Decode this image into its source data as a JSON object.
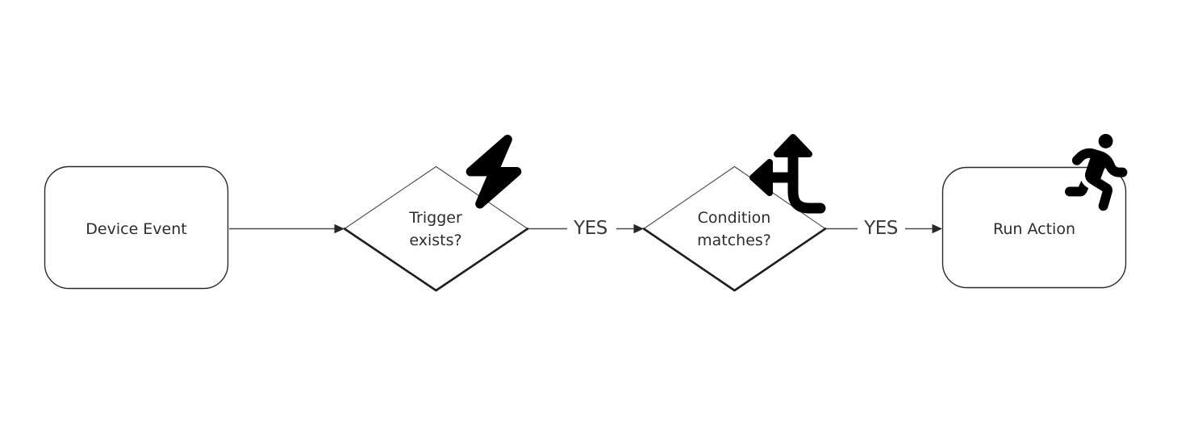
{
  "diagram": {
    "type": "flowchart",
    "direction": "left-to-right",
    "colors": {
      "background": "#ffffff",
      "shape_border": "#2a2a2a",
      "shape_fill": "#ffffff",
      "diamond_thin_edge": "#4a4a4a",
      "diamond_thick_edge": "#1e1e1e",
      "node_text": "#2d2d2d",
      "edge_line": "#4a4a4a",
      "arrowhead": "#262626",
      "edge_label_text": "#3a3a3a",
      "icon": "#000000"
    },
    "nodes": [
      {
        "id": "device-event",
        "shape": "rounded-rectangle",
        "label": "Device Event",
        "icon": null
      },
      {
        "id": "trigger-exists",
        "shape": "diamond",
        "label": "Trigger exists?",
        "line1": "Trigger",
        "line2": "exists?",
        "icon": "lightning-bolt"
      },
      {
        "id": "condition-matches",
        "shape": "diamond",
        "label": "Condition matches?",
        "line1": "Condition",
        "line2": "matches?",
        "icon": "arrows-split-up-and-left"
      },
      {
        "id": "run-action",
        "shape": "rounded-rectangle",
        "label": "Run Action",
        "icon": "person-running"
      }
    ],
    "edges": [
      {
        "from": "device-event",
        "to": "trigger-exists",
        "label": ""
      },
      {
        "from": "trigger-exists",
        "to": "condition-matches",
        "label": "YES"
      },
      {
        "from": "condition-matches",
        "to": "run-action",
        "label": "YES"
      }
    ]
  }
}
